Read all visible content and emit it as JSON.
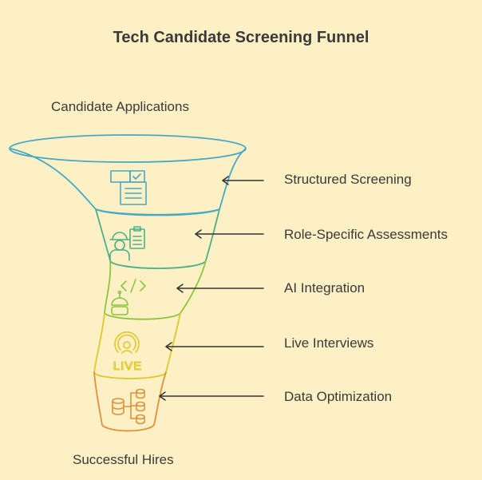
{
  "title": "Tech Candidate Screening Funnel",
  "input_label": "Candidate Applications",
  "output_label": "Successful Hires",
  "stages": [
    {
      "label": "Structured Screening",
      "icon": "checklist-document-icon",
      "color": "#48a9c5"
    },
    {
      "label": "Role-Specific Assessments",
      "icon": "worker-clipboard-icon",
      "color": "#4caf8a"
    },
    {
      "label": "AI Integration",
      "icon": "robot-code-icon",
      "color": "#8cc43f"
    },
    {
      "label": "Live Interviews",
      "icon": "live-broadcast-icon",
      "color": "#e0c72a"
    },
    {
      "label": "Data Optimization",
      "icon": "database-hierarchy-icon",
      "color": "#e0903a"
    }
  ],
  "live_badge_text": "LIVE"
}
